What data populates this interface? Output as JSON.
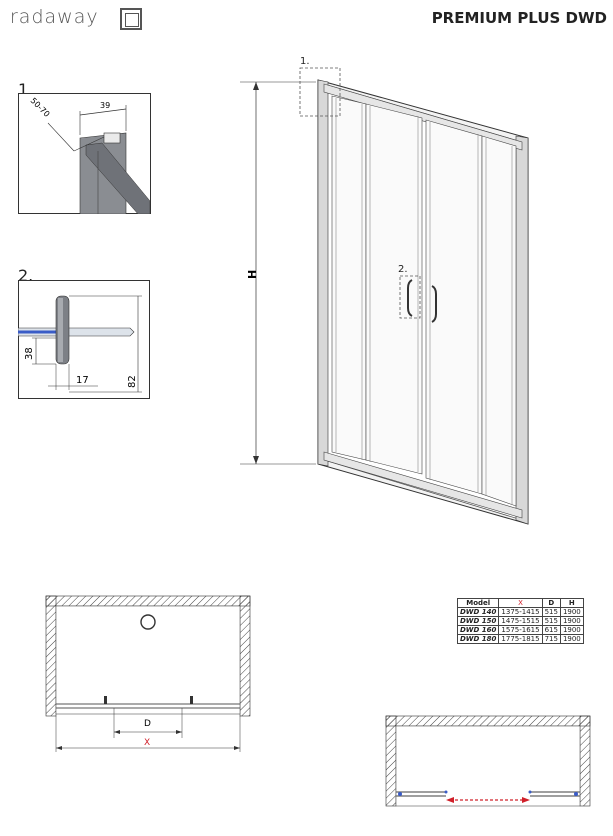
{
  "header": {
    "brand": "radaway",
    "product_title": "PREMIUM PLUS DWD"
  },
  "detail1": {
    "label": "1.",
    "dim_top": "39",
    "dim_diag": "50-70"
  },
  "detail2": {
    "label": "2.",
    "dim_height": "38",
    "dim_width": "17",
    "dim_total": "82"
  },
  "front_view": {
    "detail1_marker": "1.",
    "detail2_marker": "2.",
    "height_label": "H"
  },
  "plan_view": {
    "d_label": "D",
    "x_label": "X"
  },
  "spec_table": {
    "headers": [
      "Model",
      "X",
      "D",
      "H"
    ],
    "rows": [
      [
        "DWD 140",
        "1375-1415",
        "515",
        "1900"
      ],
      [
        "DWD 150",
        "1475-1515",
        "515",
        "1900"
      ],
      [
        "DWD 160",
        "1575-1615",
        "615",
        "1900"
      ],
      [
        "DWD 180",
        "1775-1815",
        "715",
        "1900"
      ]
    ]
  }
}
